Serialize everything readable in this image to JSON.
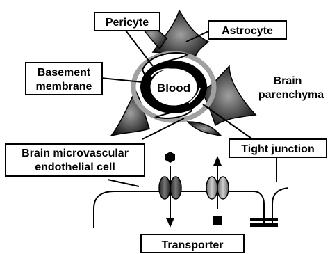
{
  "labels": {
    "pericyte": "Pericyte",
    "astrocyte": "Astrocyte",
    "basement_membrane_line1": "Basement",
    "basement_membrane_line2": "membrane",
    "blood": "Blood",
    "brain_parenchyma_line1": "Brain",
    "brain_parenchyma_line2": "parenchyma",
    "endothelial_line1": "Brain microvascular",
    "endothelial_line2": "endothelial cell",
    "tight_junction": "Tight junction",
    "transporter": "Transporter"
  },
  "colors": {
    "ink": "#000000",
    "astrocyte_dark": "#1a1a1a",
    "astrocyte_mid": "#8c8c8c",
    "pericyte_fill": "#ffffff",
    "basement_membrane": "#a0a0a0",
    "transporter_dark": "#444444",
    "transporter_light": "#9a9a9a"
  }
}
